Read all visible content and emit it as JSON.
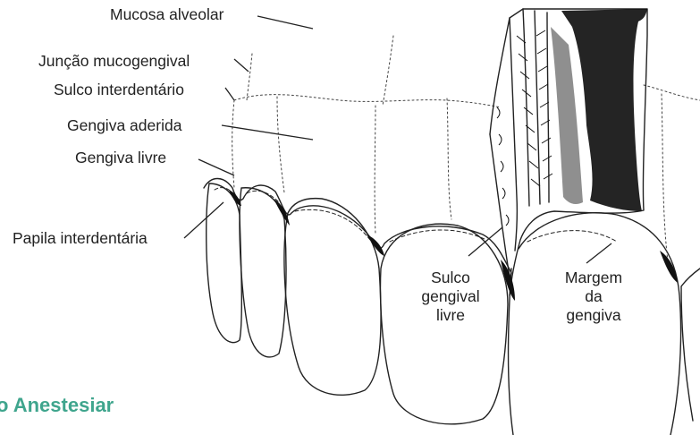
{
  "labels": {
    "mucosa_alveolar": "Mucosa alveolar",
    "juncao_mucogengival": "Junção mucogengival",
    "sulco_interdentario": "Sulco interdentário",
    "gengiva_aderida": "Gengiva aderida",
    "gengiva_livre": "Gengiva livre",
    "papila_interdentaria": "Papila interdentária",
    "sulco_gengival_livre": [
      "Sulco",
      "gengival",
      "livre"
    ],
    "margem_da_gengiva": [
      "Margem",
      "da",
      "gengiva"
    ]
  },
  "caption": "o Anestesiar",
  "colors": {
    "caption": "#3fa58d",
    "ink": "#222222"
  }
}
